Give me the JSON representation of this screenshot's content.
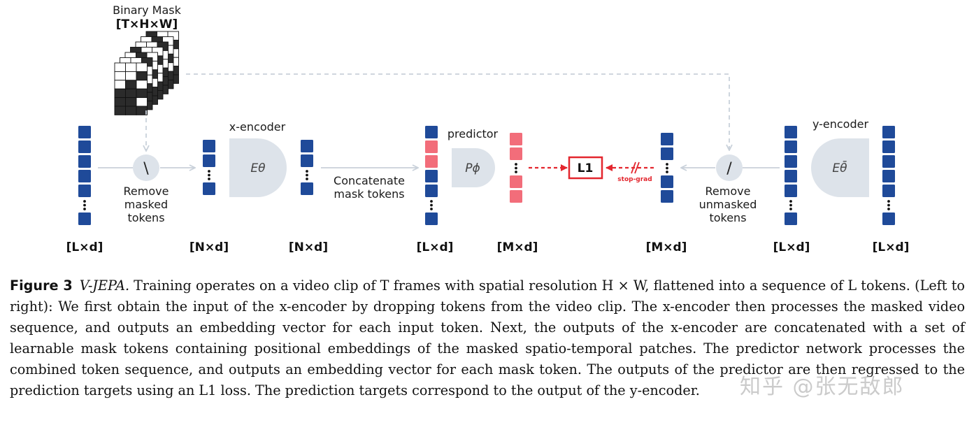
{
  "diagram": {
    "binary_mask_title": "Binary Mask",
    "binary_mask_dims": "[T×H×W]",
    "remove_masked": [
      "Remove",
      "masked",
      "tokens"
    ],
    "remove_unmasked": [
      "Remove",
      "unmasked",
      "tokens"
    ],
    "x_encoder_label": "x-encoder",
    "x_encoder_symbol": "Eθ",
    "concatenate": [
      "Concatenate",
      "mask tokens"
    ],
    "predictor_label": "predictor",
    "predictor_symbol": "Pϕ",
    "loss": "L1",
    "stop_grad": "stop-grad",
    "y_encoder_label": "y-encoder",
    "y_encoder_symbol": "Eθ̄",
    "mask_op_symbol": "\\",
    "unmask_op_symbol": "/",
    "dims": [
      "[L×d]",
      "[N×d]",
      "[N×d]",
      "[L×d]",
      "[M×d]",
      "[M×d]",
      "[L×d]",
      "[L×d]"
    ],
    "colors": {
      "token_blue": "#1f4a99",
      "token_red": "#f26d7a",
      "module_gray": "#dde3ea",
      "loss_red": "#e3262e"
    }
  },
  "caption": {
    "label": "Figure 3",
    "title": "V-JEPA.",
    "text": "Training operates on a video clip of T frames with spatial resolution H × W, flattened into a sequence of L tokens. (Left to right): We first obtain the input of the x-encoder by dropping tokens from the video clip. The x-encoder then processes the masked video sequence, and outputs an embedding vector for each input token. Next, the outputs of the x-encoder are concatenated with a set of learnable mask tokens containing positional embeddings of the masked spatio-temporal patches. The predictor network processes the combined token sequence, and outputs an embedding vector for each mask token. The outputs of the predictor are then regressed to the prediction targets using an L1 loss. The prediction targets correspond to the output of the y-encoder."
  },
  "watermark": "知乎 @张无敌郎"
}
